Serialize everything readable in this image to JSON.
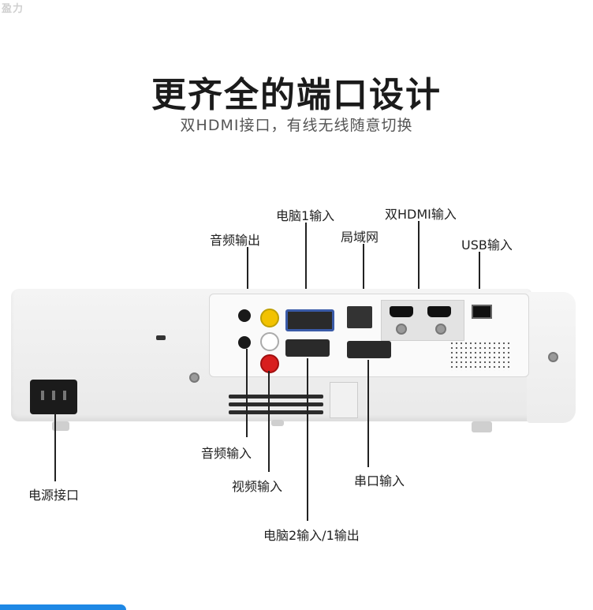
{
  "brand": "盈力",
  "title": "更齐全的端口设计",
  "subtitle": "双HDMI接口，有线无线随意切换",
  "labels": {
    "pc1_in": "电脑1输入",
    "dual_hdmi": "双HDMI输入",
    "audio_out": "音频输出",
    "lan": "局域网",
    "usb_in": "USB输入",
    "power": "电源接口",
    "audio_in": "音频输入",
    "video_in": "视频输入",
    "serial_in": "串口输入",
    "pc2": "电脑2输入/1输出"
  },
  "colors": {
    "accent": "#1e88e5",
    "rca_yellow": "#f2c200",
    "rca_white": "#ffffff",
    "rca_red": "#d81e1e"
  }
}
